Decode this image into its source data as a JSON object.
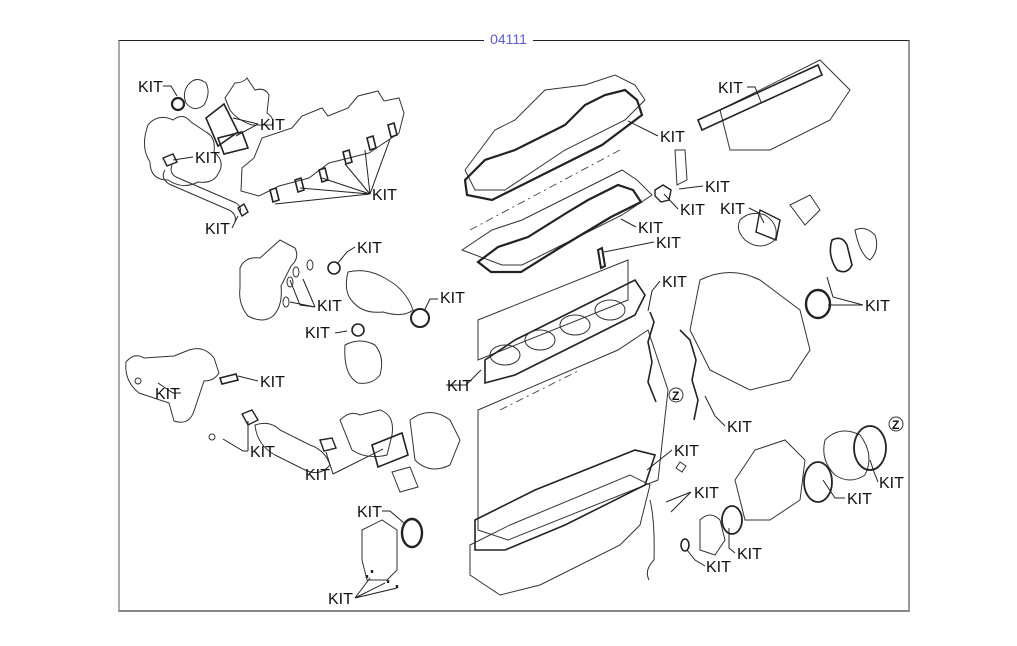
{
  "diagram": {
    "title": "04111",
    "label_color": "#5a5ad8",
    "callouts": [
      {
        "id": "turbo-ring",
        "text": "KIT"
      },
      {
        "id": "turbo-flange",
        "text": "KIT"
      },
      {
        "id": "oil-line-upper",
        "text": "KIT"
      },
      {
        "id": "oil-line-lower",
        "text": "KIT"
      },
      {
        "id": "exhaust-manifold",
        "text": "KIT"
      },
      {
        "id": "rocker-cover",
        "text": "KIT"
      },
      {
        "id": "injector",
        "text": "KIT"
      },
      {
        "id": "injector-seal",
        "text": "KIT"
      },
      {
        "id": "cam-gasket",
        "text": "KIT"
      },
      {
        "id": "valve-spring",
        "text": "KIT"
      },
      {
        "id": "intake-manifold",
        "text": "KIT"
      },
      {
        "id": "thermostat",
        "text": "KIT"
      },
      {
        "id": "oil-cooler-rings",
        "text": "KIT"
      },
      {
        "id": "oil-filter-ring",
        "text": "KIT"
      },
      {
        "id": "oil-filter-lower",
        "text": "KIT"
      },
      {
        "id": "oil-filter-housing",
        "text": "KIT"
      },
      {
        "id": "front-cover",
        "text": "KIT"
      },
      {
        "id": "head-gasket",
        "text": "KIT"
      },
      {
        "id": "timing-gasket",
        "text": "KIT"
      },
      {
        "id": "timing-cover-z",
        "text": "KIT"
      },
      {
        "id": "egr-pipe",
        "text": "KIT"
      },
      {
        "id": "egr-flange",
        "text": "KIT"
      },
      {
        "id": "egr-cooler",
        "text": "KIT"
      },
      {
        "id": "egr-valve",
        "text": "KIT"
      },
      {
        "id": "oil-pan",
        "text": "KIT"
      },
      {
        "id": "dipstick",
        "text": "KIT"
      },
      {
        "id": "rear-seal",
        "text": "KIT"
      },
      {
        "id": "rear-plate-bolts",
        "text": "KIT"
      },
      {
        "id": "water-pump-ring",
        "text": "KIT"
      },
      {
        "id": "water-pump-oring",
        "text": "KIT"
      },
      {
        "id": "pump-cover-ring",
        "text": "KIT"
      },
      {
        "id": "pump-cover-z",
        "text": "KIT"
      }
    ],
    "z_markers": [
      "Z",
      "Z"
    ]
  }
}
